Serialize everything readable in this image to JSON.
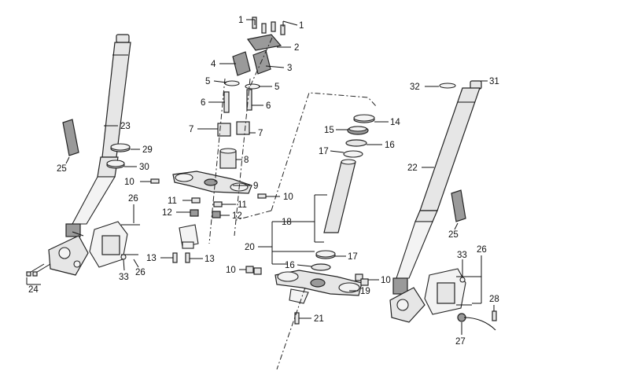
{
  "diagram": {
    "callouts": {
      "c1": "1",
      "c2": "2",
      "c3": "3",
      "c4": "4",
      "c5": "5",
      "c6": "6",
      "c7": "7",
      "c8": "8",
      "c9": "9",
      "c10": "10",
      "c11": "11",
      "c12": "12",
      "c13": "13",
      "c14": "14",
      "c15": "15",
      "c16": "16",
      "c17": "17",
      "c18": "18",
      "c19": "19",
      "c20": "20",
      "c21": "21",
      "c22": "22",
      "c23": "23",
      "c24": "24",
      "c25": "25",
      "c26": "26",
      "c27": "27",
      "c28": "28",
      "c29": "29",
      "c30": "30",
      "c31": "31",
      "c32": "32",
      "c33": "33"
    },
    "colors": {
      "line": "#222222",
      "part_fill": "#e6e6e6",
      "part_shade": "#9a9a9a",
      "background": "#ffffff"
    }
  }
}
